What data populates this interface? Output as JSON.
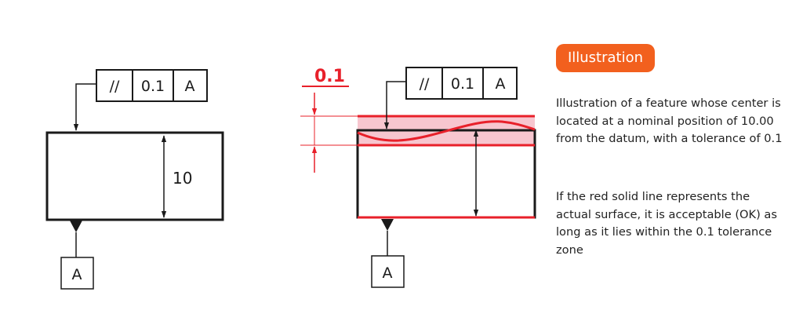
{
  "colors": {
    "accent_badge": "#f2601e",
    "tolerance_red": "#e8202a",
    "tolerance_zone_fill": "#f7c6cf",
    "line_black": "#1a1a1a"
  },
  "left_figure": {
    "fcf": {
      "symbol": "//",
      "tolerance": "0.1",
      "datum": "A"
    },
    "dimension_label": "10",
    "datum_label": "A"
  },
  "right_figure": {
    "fcf": {
      "symbol": "//",
      "tolerance": "0.1",
      "datum": "A"
    },
    "zone_label": "0.1",
    "datum_label": "A"
  },
  "panel": {
    "badge": "Illustration",
    "paragraph1": "Illustration of a feature whose center is located at a nominal position of 10.00 from the datum, with a tolerance of 0.1",
    "paragraph2": "If the red solid line represents the actual surface, it is acceptable (OK) as long as it lies within the 0.1 tolerance zone"
  }
}
